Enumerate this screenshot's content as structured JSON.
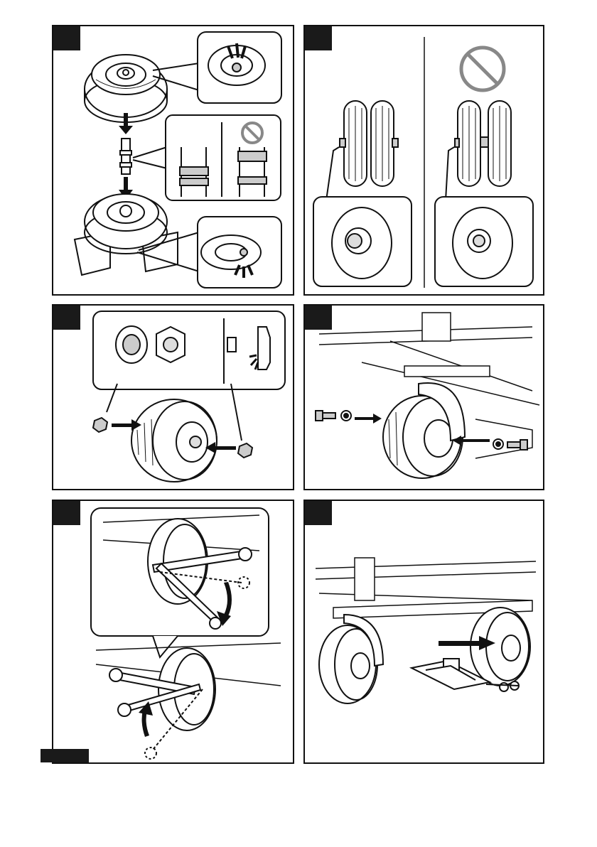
{
  "document": {
    "type": "wheel-installation-illustrations",
    "panels": [
      {
        "step": "",
        "subject": "hub-bearing-and-axle-assembly"
      },
      {
        "step": "",
        "subject": "wheel-spacing-correct-vs-prohibited"
      },
      {
        "step": "",
        "subject": "axle-nut-orientation"
      },
      {
        "step": "",
        "subject": "caster-bolt-installation"
      },
      {
        "step": "",
        "subject": "tighten-with-two-wrenches"
      },
      {
        "step": "",
        "subject": "remove-jack"
      }
    ],
    "colors": {
      "ink": "#111111",
      "step_box": "#1a1a1a",
      "prohibit": "#888888",
      "background": "#ffffff"
    },
    "icons": [
      "prohibited-icon",
      "arrow-down-icon",
      "arrow-right-icon",
      "arrow-left-icon",
      "wrench-icon",
      "jack-icon"
    ]
  }
}
